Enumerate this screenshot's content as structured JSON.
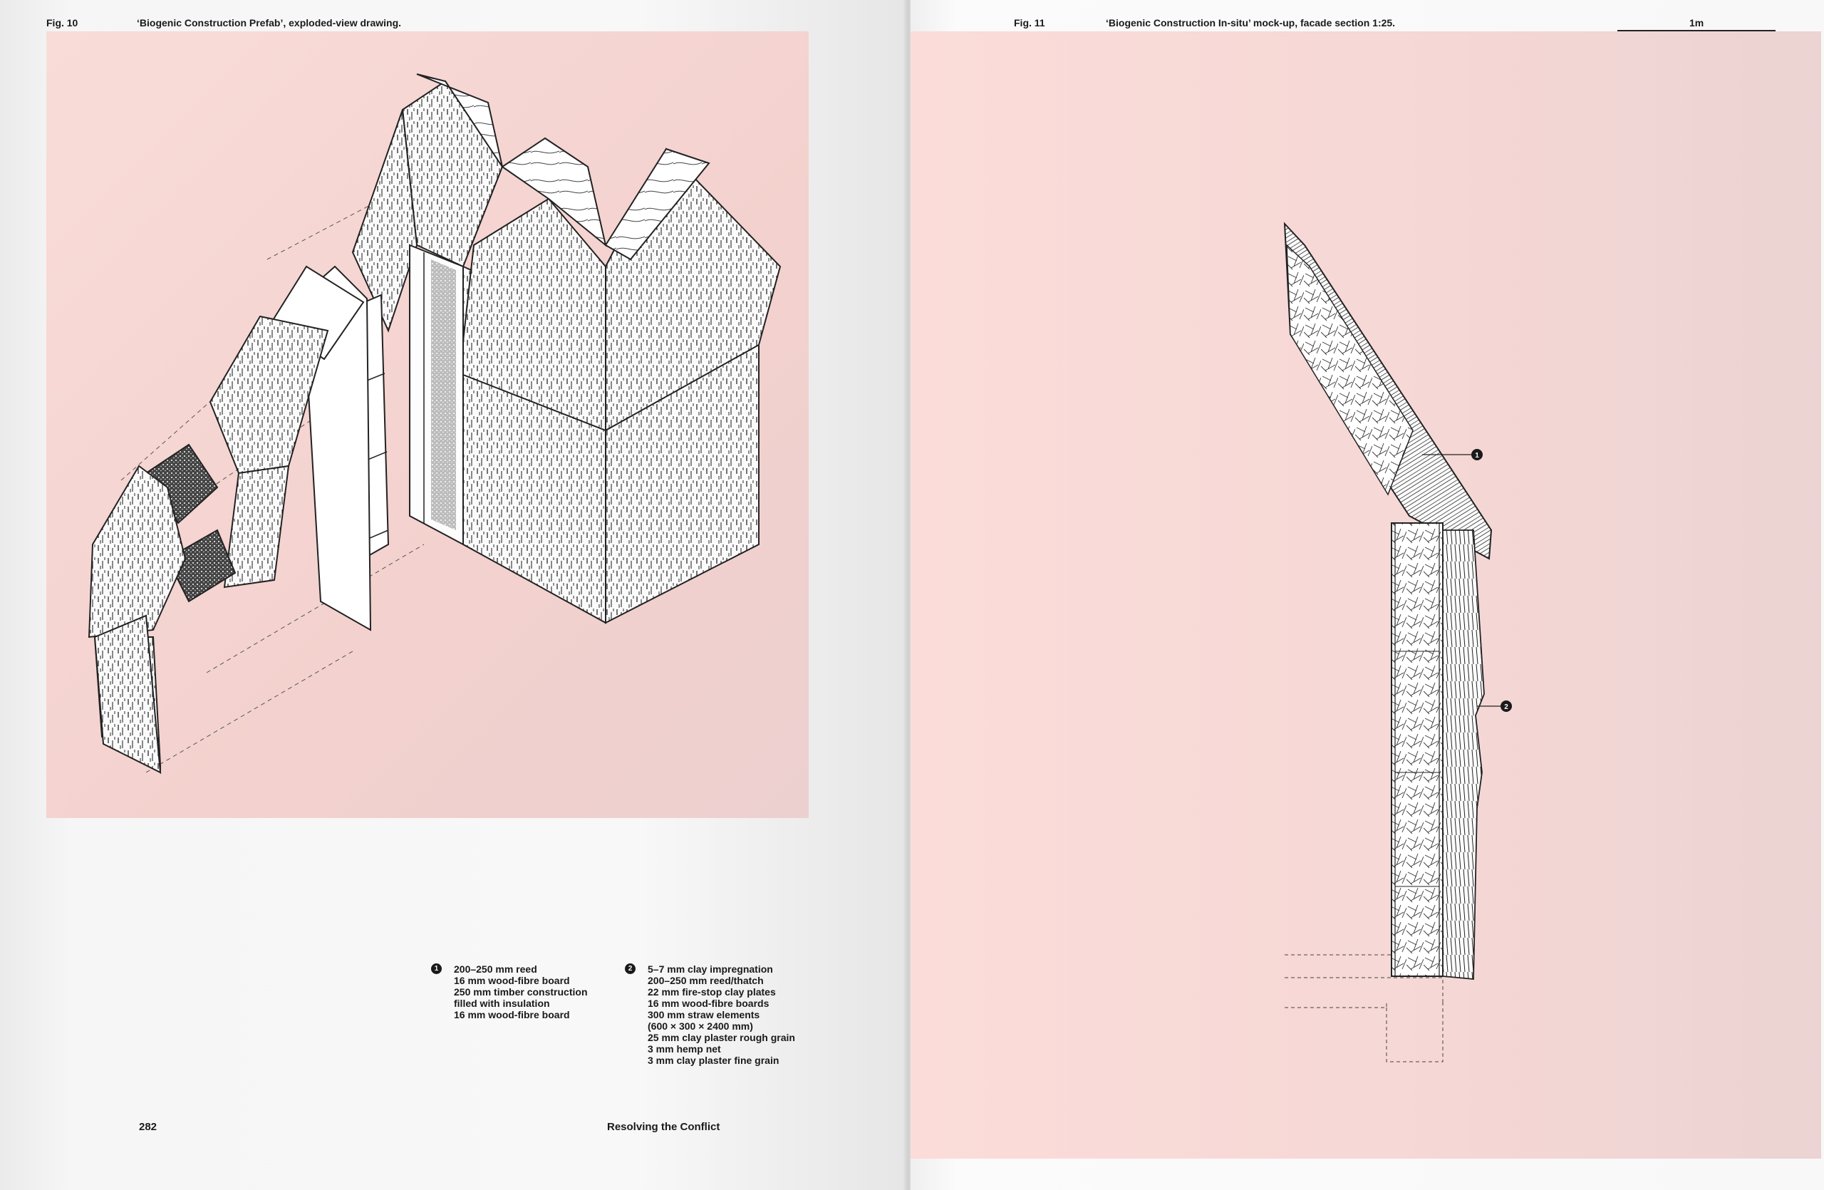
{
  "left_page": {
    "figure_number": "Fig. 10",
    "figure_caption": "‘Biogenic Construction Prefab’, exploded-view drawing.",
    "legend": [
      {
        "marker": "1",
        "lines": [
          "200–250 mm reed",
          "16 mm wood-fibre board",
          "250 mm timber construction",
          "filled with insulation",
          "16 mm wood-fibre board"
        ]
      },
      {
        "marker": "2",
        "lines": [
          "5–7 mm clay impregnation",
          "200–250 mm reed/thatch",
          "22 mm fire-stop clay plates",
          "16 mm wood-fibre boards",
          "300 mm straw elements",
          "(600 × 300 × 2400 mm)",
          "25 mm clay plaster rough grain",
          "3 mm hemp net",
          "3 mm clay plaster fine grain"
        ]
      }
    ],
    "page_number": "282",
    "running_title": "Resolving the Conflict"
  },
  "right_page": {
    "figure_number": "Fig. 11",
    "figure_caption": "‘Biogenic Construction In-situ’ mock-up, facade section 1:25.",
    "scale_label": "1m",
    "callouts": [
      "1",
      "2"
    ]
  },
  "colors": {
    "panel_pink": "#f6d6d3",
    "paper": "#f5f5f5",
    "ink": "#1a1a1a"
  }
}
